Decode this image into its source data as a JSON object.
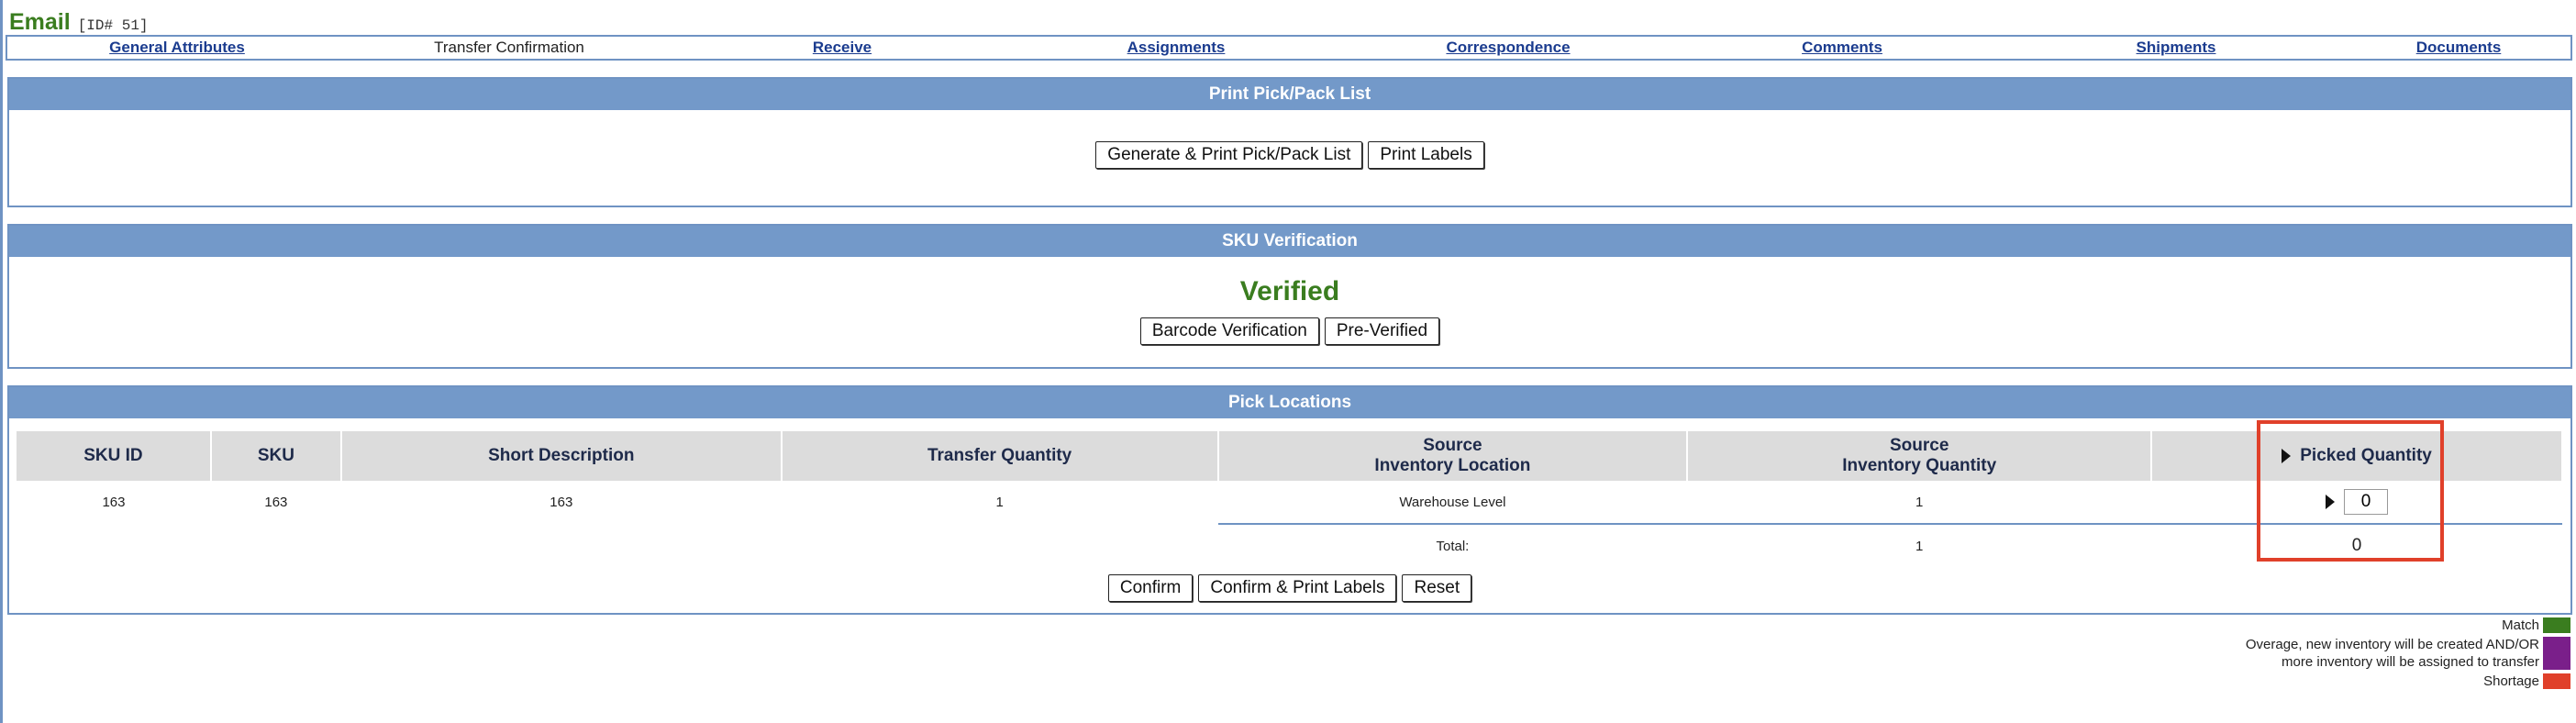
{
  "record": {
    "title": "Email",
    "id_label": "[ID# 51]"
  },
  "tabs": [
    {
      "label": "General Attributes",
      "active": false
    },
    {
      "label": "Transfer Confirmation",
      "active": true
    },
    {
      "label": "Receive",
      "active": false
    },
    {
      "label": "Assignments",
      "active": false
    },
    {
      "label": "Correspondence",
      "active": false
    },
    {
      "label": "Comments",
      "active": false
    },
    {
      "label": "Shipments",
      "active": false
    },
    {
      "label": "Documents",
      "active": false
    }
  ],
  "print_panel": {
    "header": "Print Pick/Pack List",
    "generate_button": "Generate & Print Pick/Pack List",
    "labels_button": "Print Labels"
  },
  "sku_panel": {
    "header": "SKU Verification",
    "status": "Verified",
    "barcode_button": "Barcode Verification",
    "preverified_button": "Pre-Verified"
  },
  "pick_panel": {
    "header": "Pick Locations",
    "columns": {
      "sku_id": "SKU ID",
      "sku": "SKU",
      "short_description": "Short Description",
      "transfer_quantity": "Transfer Quantity",
      "source_location_1": "Source",
      "source_location_2": "Inventory Location",
      "source_quantity_1": "Source",
      "source_quantity_2": "Inventory Quantity",
      "picked_quantity": "Picked Quantity"
    },
    "rows": [
      {
        "sku_id": "163",
        "sku": "163",
        "short_description": "163",
        "transfer_quantity": "1",
        "source_location": "Warehouse Level",
        "source_quantity": "1",
        "picked_quantity": "0"
      }
    ],
    "total": {
      "label": "Total:",
      "source_quantity": "1",
      "picked_quantity": "0"
    },
    "confirm_button": "Confirm",
    "confirm_print_button": "Confirm & Print Labels",
    "reset_button": "Reset"
  },
  "legend": {
    "match": {
      "label": "Match",
      "color": "#3a7d1f"
    },
    "overage": {
      "label_line1": "Overage, new inventory will be created AND/OR",
      "label_line2": "more inventory will be assigned to transfer",
      "color": "#7a1f8a"
    },
    "shortage": {
      "label": "Shortage",
      "color": "#e0402a"
    }
  }
}
